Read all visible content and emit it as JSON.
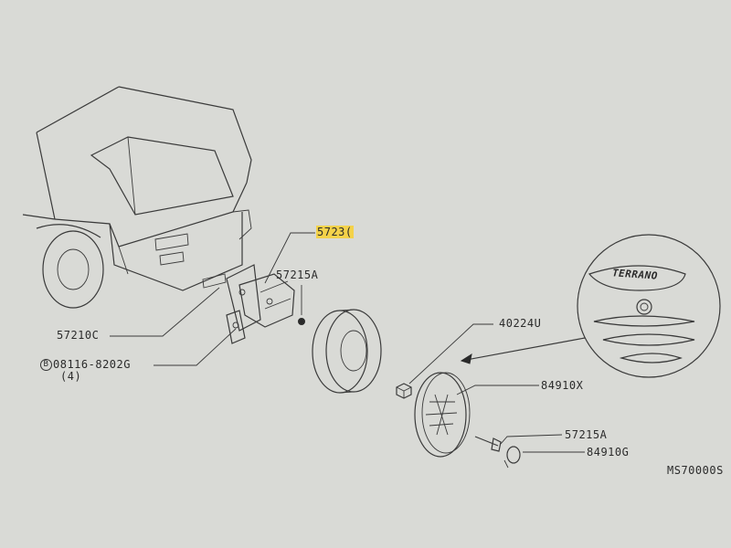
{
  "labels": {
    "bracket_assembly": "5723(",
    "bracket_left": "57210C",
    "bolt": "08116-8202G",
    "bolt_symbol": "B",
    "bolt_qty": "(4)",
    "plug_upper": "57215A",
    "nut": "40224U",
    "cover_emblem": "84910X",
    "plug_lower": "57215A",
    "cap": "84910G",
    "cover_text": "TERRANO",
    "figure_code": "MS70000S"
  },
  "colors": {
    "paper": "#d9dad6",
    "ink": "#3a3a3a",
    "highlight": "#f4d24a"
  }
}
